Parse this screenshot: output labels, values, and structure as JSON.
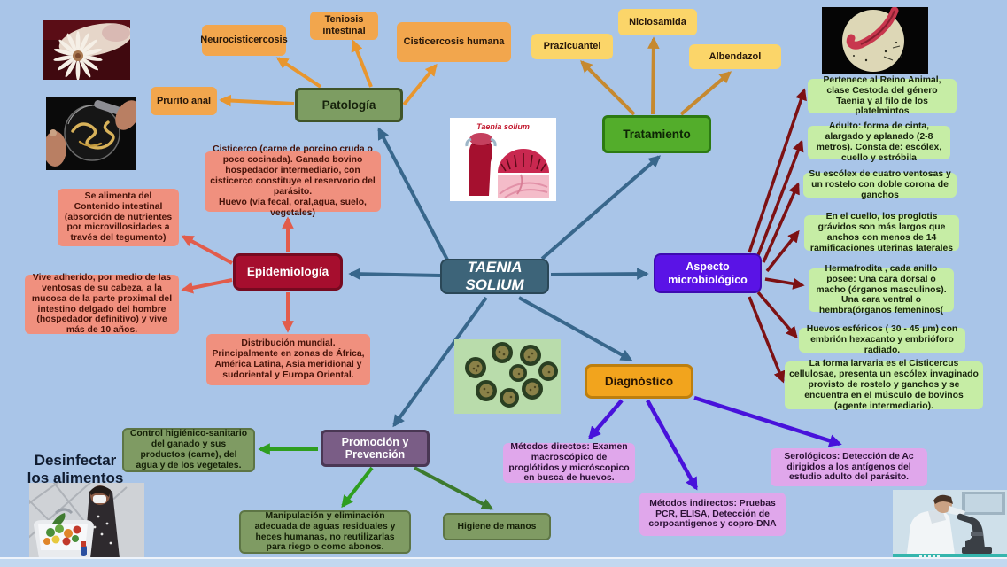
{
  "center_label": "TAENIA SOLIUM",
  "branches": {
    "patologia": "Patología",
    "tratamiento": "Tratamiento",
    "epidemiologia": "Epidemiología",
    "aspecto": "Aspecto microbiológico",
    "diagnostico": "Diagnóstico",
    "promocion": "Promoción y Prevención"
  },
  "patologia_items": [
    "Neurocisticercosis",
    "Teniosis intestinal",
    "Cisticercosis humana",
    "Prurito anal"
  ],
  "tratamiento_items": [
    "Prazicuantel",
    "Niclosamida",
    "Albendazol"
  ],
  "aspecto_items": [
    "Pertenece al Reino Animal, clase Cestoda del género Taenia y al filo de los platelmintos",
    "Adulto: forma de cinta, alargado y aplanado (2-8 metros). Consta de: escólex, cuello y estróbila",
    "Su escólex de cuatro ventosas y un rostelo con doble corona de ganchos",
    "En el cuello, los proglotis grávidos son más largos que anchos con menos de 14 ramificaciones uterinas laterales",
    "Hermafrodita , cada anillo posee: Una cara dorsal o macho (órganos masculinos). Una cara ventral o hembra(órganos femeninos(",
    "Huevos esféricos ( 30 - 45 µm) con embrión hexacanto y embrióforo radiado.",
    "La forma larvaria es el Cisticercus cellulosae, presenta un escólex invaginado provisto de rostelo y ganchos y se encuentra en el músculo de bovinos (agente intermediario)."
  ],
  "epidemiologia_items": [
    "Cisticerco (carne de porcino cruda o poco cocinada). Ganado bovino hospedador intermediario, con cisticerco constituye el reservorio del parásito.\nHuevo (vía fecal, oral,agua, suelo, vegetales)",
    "Se alimenta del Contenido intestinal (absorción de nutrientes por microvillosidades a través del tegumento)",
    "Vive adherido, por medio de las ventosas de su cabeza, a la mucosa de la parte proximal del intestino delgado del hombre (hospedador definitivo) y vive más de 10 años.",
    "Distribución mundial. Principalmente en zonas de África, América Latina, Asia meridional y sudoriental y Europa Oriental."
  ],
  "diagnostico_items": [
    "Métodos directos: Examen macroscópico de proglótidos y micróscopico en busca de huevos.",
    "Métodos indirectos: Pruebas PCR, ELISA, Detección de corpoantigenos y copro-DNA",
    "Serológicos: Detección de Ac dirigidos a los antígenos del estudio adulto del parásito."
  ],
  "promocion_items": [
    "Control higiénico-sanitario del ganado y sus productos (carne), del agua y de los vegetales.",
    "Manipulación y eliminación adecuada de aguas residuales y heces humanas, no reutilizarlas para riego o como abonos.",
    "Higiene de manos"
  ],
  "captions": {
    "taenia_image": "Taenia solium",
    "desinfectar": "Desinfectar\nlos alimentos"
  },
  "colors": {
    "background": "#a9c5e8",
    "center_node": "#3d6479",
    "patologia_node": "#7d9d62",
    "tratamiento_node": "#53ad2b",
    "epidemiologia_node": "#a60e2e",
    "aspecto_node": "#5a13e6",
    "diagnostico_node": "#f2a41d",
    "promocion_node": "#7a5d86",
    "arrow_steel": "#38678c",
    "arrow_orange": "#e8962e",
    "arrow_gold": "#c6892f",
    "arrow_maroon": "#7d1113",
    "arrow_salmon": "#e25c4b",
    "arrow_violet": "#4812db",
    "arrow_green": "#2f9e1f",
    "arrow_darkgreen": "#3c7a2e"
  }
}
